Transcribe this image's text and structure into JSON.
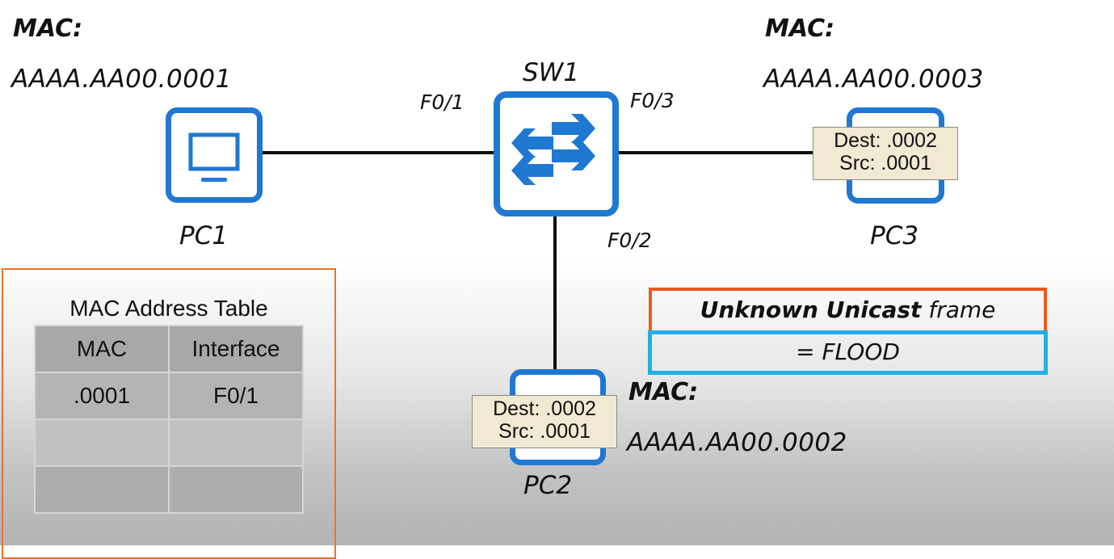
{
  "diagram": {
    "switch": {
      "name": "SW1",
      "ports": {
        "left": "F0/1",
        "right": "F0/3",
        "bottom": "F0/2"
      }
    },
    "hosts": [
      {
        "name": "PC1",
        "mac_heading": "MAC:",
        "mac": "AAAA.AA00.0001"
      },
      {
        "name": "PC2",
        "mac_heading": "MAC:",
        "mac": "AAAA.AA00.0002"
      },
      {
        "name": "PC3",
        "mac_heading": "MAC:",
        "mac": "AAAA.AA00.0003"
      }
    ],
    "frames": [
      {
        "at": "PC3",
        "dest": "Dest: .0002",
        "src": "Src: .0001"
      },
      {
        "at": "PC2",
        "dest": "Dest: .0002",
        "src": "Src: .0001"
      }
    ],
    "mac_table": {
      "title": "MAC Address Table",
      "columns": [
        "MAC",
        "Interface"
      ],
      "rows": [
        [
          ".0001",
          "F0/1"
        ],
        [
          "",
          ""
        ],
        [
          "",
          ""
        ]
      ]
    },
    "rule": {
      "bold_part": "Unknown Unicast",
      "normal_part": " frame",
      "result": "= FLOOD"
    },
    "colors": {
      "device_blue": "#1f78d1",
      "table_border_orange": "#e8742a",
      "rule_orange": "#ee5a1c",
      "rule_cyan": "#27aee6",
      "frame_tag_bg": "#f1e9d2"
    }
  }
}
